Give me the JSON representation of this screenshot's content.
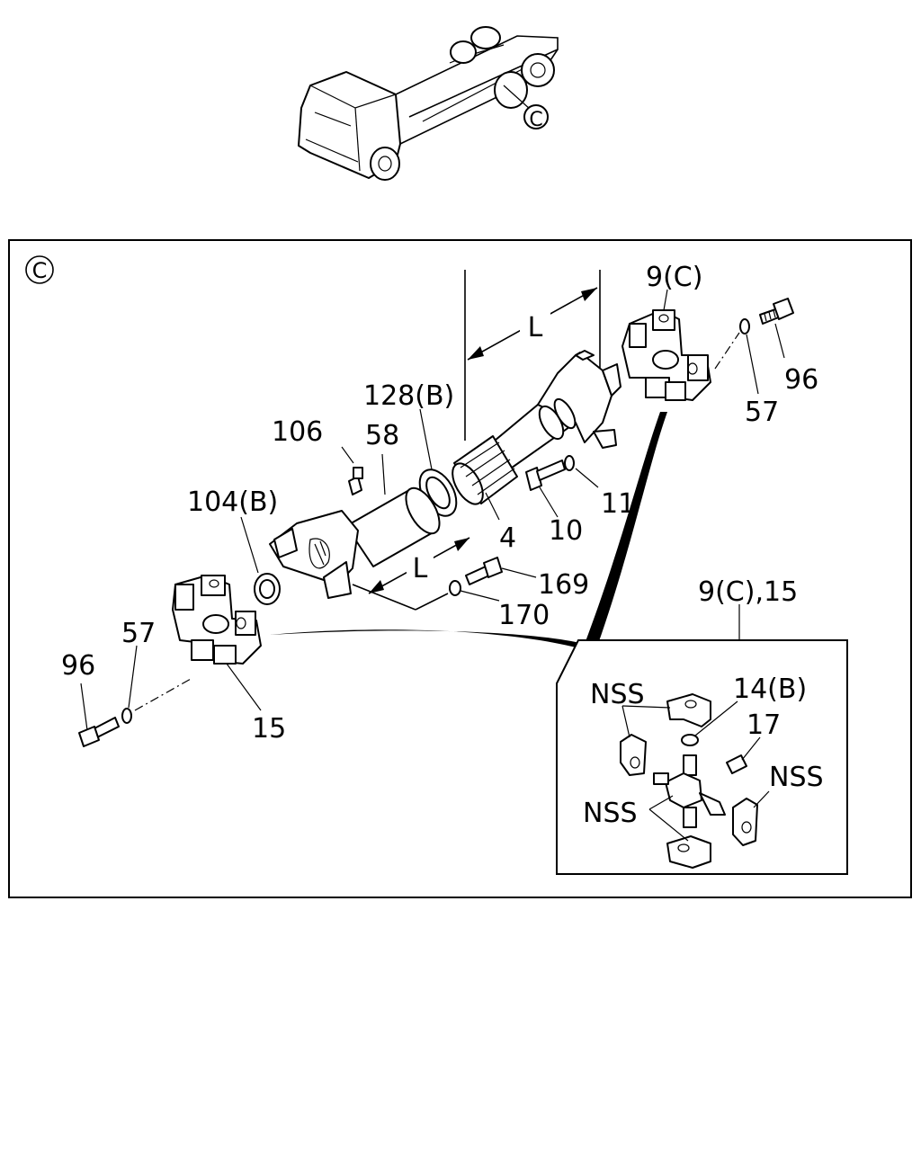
{
  "overview": {
    "marker": "C"
  },
  "detail": {
    "marker": "C",
    "dimension_label": "L"
  },
  "callouts": {
    "p9c_top": "9(C)",
    "p96_right": "96",
    "p57_right": "57",
    "p128b": "128(B)",
    "p106": "106",
    "p58": "58",
    "p104b": "104(B)",
    "p11": "11",
    "p4": "4",
    "p10": "10",
    "p169": "169",
    "p170": "170",
    "p57_left": "57",
    "p96_left": "96",
    "p15": "15"
  },
  "inset": {
    "title": "9(C),15",
    "nss_top": "NSS",
    "p14b": "14(B)",
    "p17": "17",
    "nss_right": "NSS",
    "nss_left": "NSS"
  }
}
